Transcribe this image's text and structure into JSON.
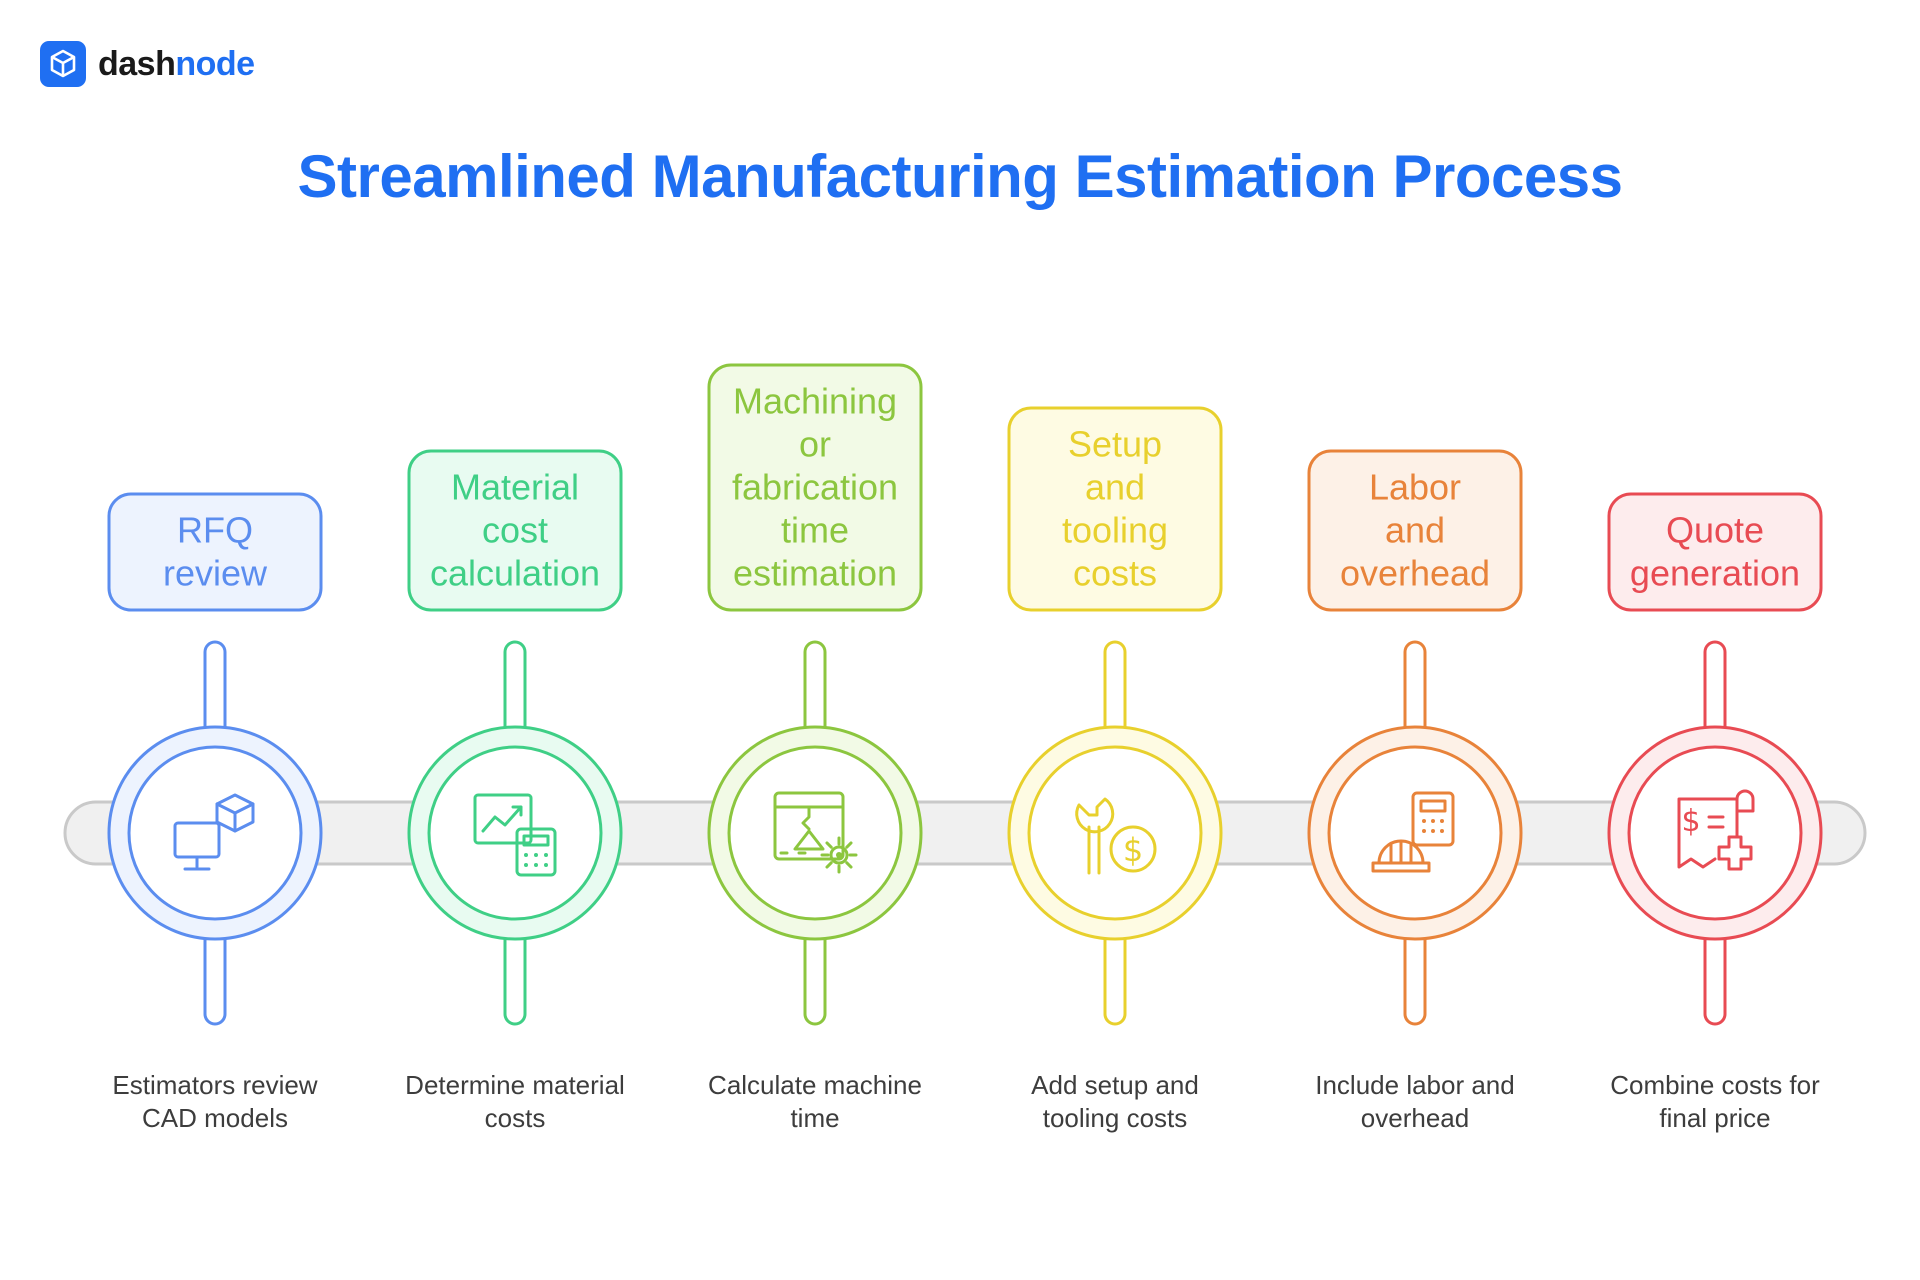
{
  "brand": {
    "part1": "dash",
    "part2": "node"
  },
  "title": "Streamlined Manufacturing Estimation Process",
  "steps": [
    {
      "label": [
        "RFQ",
        "review"
      ],
      "description": [
        "Estimators review",
        "CAD models"
      ],
      "icon": "monitor-cube-icon",
      "color": "#5b8def",
      "fill": "#edf3fe"
    },
    {
      "label": [
        "Material",
        "cost",
        "calculation"
      ],
      "description": [
        "Determine material",
        "costs"
      ],
      "icon": "chart-calculator-icon",
      "color": "#3fcf86",
      "fill": "#e8fbf1"
    },
    {
      "label": [
        "Machining",
        "or",
        "fabrication",
        "time",
        "estimation"
      ],
      "description": [
        "Calculate machine",
        "time"
      ],
      "icon": "machine-gear-icon",
      "color": "#8cc63f",
      "fill": "#f2fae6"
    },
    {
      "label": [
        "Setup",
        "and",
        "tooling",
        "costs"
      ],
      "description": [
        "Add setup and",
        "tooling costs"
      ],
      "icon": "wrench-coin-icon",
      "color": "#e8d02d",
      "fill": "#fefbe3"
    },
    {
      "label": [
        "Labor",
        "and",
        "overhead"
      ],
      "description": [
        "Include labor and",
        "overhead"
      ],
      "icon": "hardhat-calculator-icon",
      "color": "#e8833a",
      "fill": "#fdf1e7"
    },
    {
      "label": [
        "Quote",
        "generation"
      ],
      "description": [
        "Combine costs for",
        "final price"
      ],
      "icon": "receipt-plus-icon",
      "color": "#e84b53",
      "fill": "#fdeced"
    }
  ]
}
